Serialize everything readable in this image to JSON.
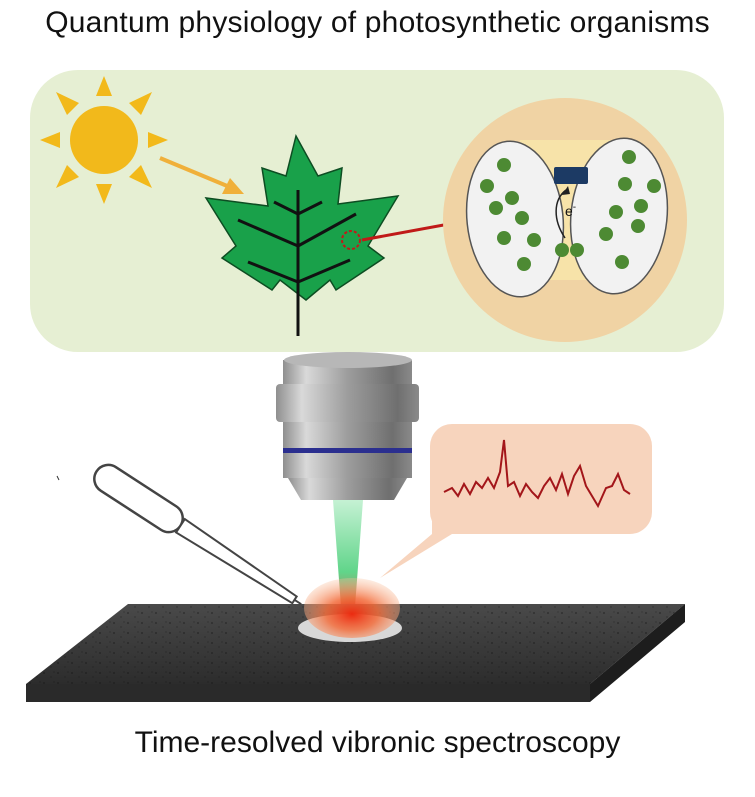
{
  "title": "Quantum physiology of photosynthetic organisms",
  "caption": "Time-resolved vibronic spectroscopy",
  "electron_label_base": "e",
  "electron_label_sup": "-",
  "colors": {
    "panel_bg": "#e6efd3",
    "leaf": "#19a14a",
    "sun": "#f2b91b",
    "sun_arrow": "#f0b03a",
    "circle_bg": "#f0d3a4",
    "pigment": "#4d8a33",
    "acceptor": "#1c3a64",
    "connector": "#c01a18",
    "lens_band": "#2b2f8f",
    "spectrum_line": "#a3161a",
    "spectrum_bubble": "#f7d4bd",
    "slide": "#3b3b3b",
    "beam": "#5fd88a",
    "spot": "#e8401e"
  },
  "icons": [
    "sun-icon",
    "leaf-icon",
    "microscope-objective-icon",
    "pipette-icon"
  ]
}
